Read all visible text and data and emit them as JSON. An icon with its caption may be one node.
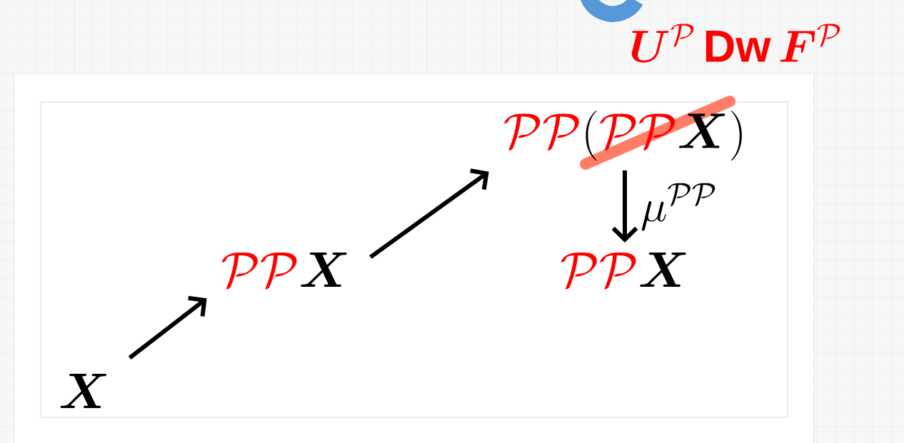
{
  "diagram": {
    "title": "{\\color{red}\\boldsymbol{U}^{\\mathcal{P}}\\,\\mathbf{Dw}\\,\\boldsymbol{F}^{\\mathcal{P}}}",
    "nodes": [
      {
        "text": [
          "\\boldsymbol{X}"
        ]
      },
      {
        "text": [
          "{\\color{red}\\mathcal{PP}}\\boldsymbol{X}"
        ]
      },
      {
        "text": [
          "{\\color{red}\\mathcal{PP}}({\\color{red}\\mathcal{PP}}\\boldsymbol{X})"
        ]
      },
      {
        "text": [
          "{\\color{red}\\mathcal{PP}}\\boldsymbol{X}"
        ]
      }
    ],
    "edges": [
      {
        "from": 0,
        "to": 1,
        "arrow": "to"
      },
      {
        "from": 1,
        "to": 2,
        "arrow": "to"
      },
      {
        "from": 2,
        "to": 3,
        "arrow": "to",
        "label": "\\mu^{\\mathcal{PP}}"
      }
    ]
  }
}
